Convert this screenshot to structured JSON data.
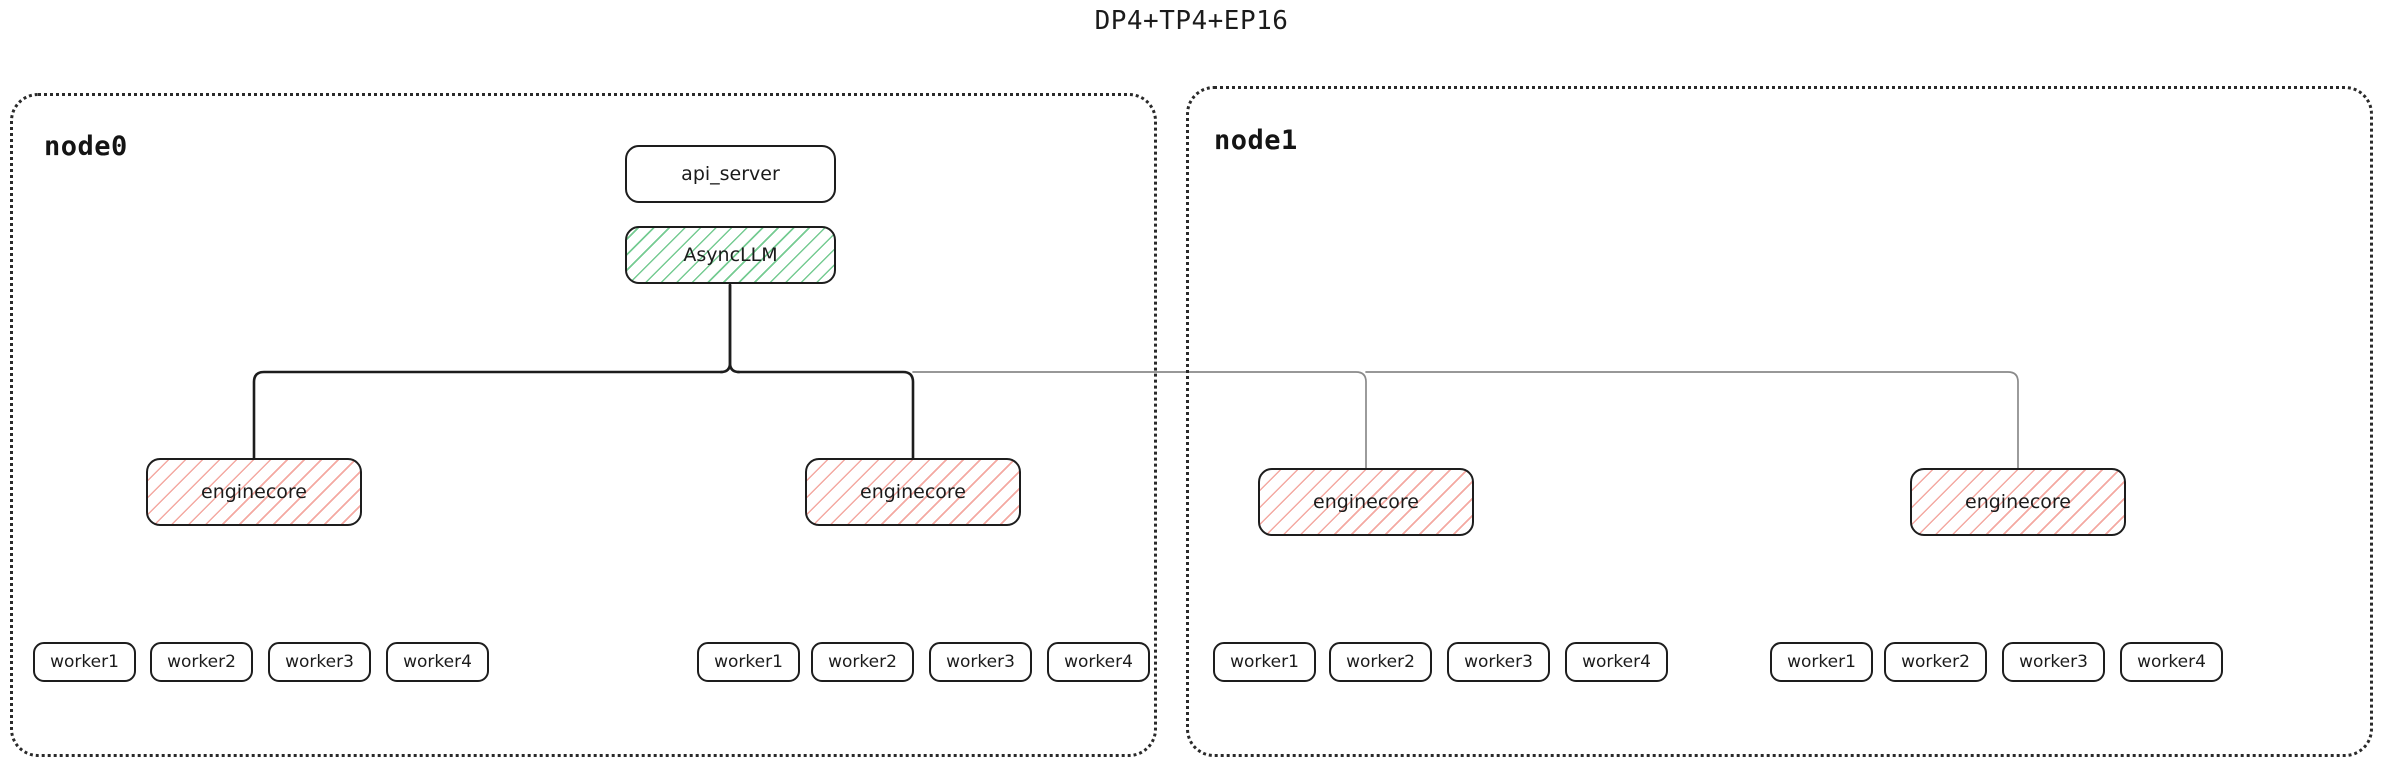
{
  "title": "DP4+TP4+EP16",
  "colors": {
    "stroke": "#1d1d1d",
    "container_stroke": "#2a2a2a",
    "async_hatch": "#6ec88c",
    "engine_hatch": "#f08c82",
    "wire_dark": "#1d1d1d",
    "wire_light": "#8a8a8a",
    "background": "#ffffff"
  },
  "nodes": [
    {
      "label": "node0"
    },
    {
      "label": "node1"
    }
  ],
  "services": {
    "api_server": "api_server",
    "async_llm": "AsyncLLM"
  },
  "engines": [
    {
      "label": "enginecore",
      "node": "node0"
    },
    {
      "label": "enginecore",
      "node": "node0"
    },
    {
      "label": "enginecore",
      "node": "node1"
    },
    {
      "label": "enginecore",
      "node": "node1"
    }
  ],
  "worker_groups": [
    {
      "node": "node0",
      "engine_index": 0,
      "workers": [
        "worker1",
        "worker2",
        "worker3",
        "worker4"
      ]
    },
    {
      "node": "node0",
      "engine_index": 1,
      "workers": [
        "worker1",
        "worker2",
        "worker3",
        "worker4"
      ]
    },
    {
      "node": "node1",
      "engine_index": 2,
      "workers": [
        "worker1",
        "worker2",
        "worker3",
        "worker4"
      ]
    },
    {
      "node": "node1",
      "engine_index": 3,
      "workers": [
        "worker1",
        "worker2",
        "worker3",
        "worker4"
      ]
    }
  ]
}
